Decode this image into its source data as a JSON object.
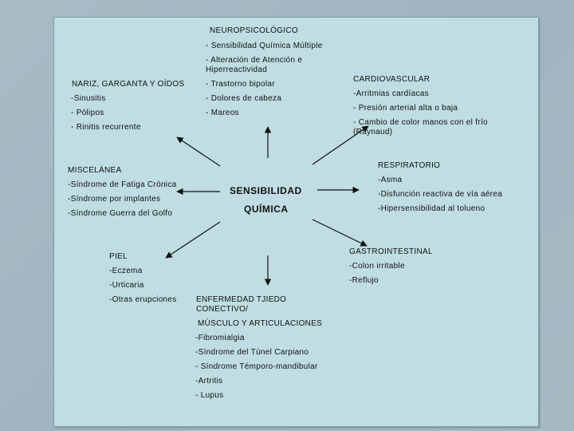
{
  "center": {
    "line1": "SENSIBILIDAD",
    "line2": "QUÍMICA"
  },
  "neuro": {
    "title": "NEUROPSICOLÓGICO",
    "items": [
      "- Sensibilidad Química Múltiple",
      "- Alteración de Atención e Hiperreactividad",
      "- Trastorno bipolar",
      "- Dolores de cabeza",
      "- Mareos"
    ]
  },
  "nariz": {
    "title": "NARIZ, GARGANTA Y OÍDOS",
    "items": [
      "-Sinusitis",
      "- Pólipos",
      "- Rinitis recurrente"
    ]
  },
  "cardio": {
    "title": "CARDIOVASCULAR",
    "items": [
      "-Arritmias cardíacas",
      "- Presión arterial alta o baja",
      "- Cambio de color manos con el frío (Raynaud)"
    ]
  },
  "miscelanea": {
    "title": "MISCELÁNEA",
    "items": [
      "-Síndrome de Fatiga Crónica",
      "-Síndrome por implantes",
      "-Síndrome Guerra del Golfo"
    ]
  },
  "respiratorio": {
    "title": "RESPIRATORIO",
    "items": [
      "-Asma",
      "-Disfunción reactiva de vía aérea",
      "-Hipersensibilidad al tolueno"
    ]
  },
  "piel": {
    "title": "PIEL",
    "items": [
      "-Eczema",
      "-Urticaria",
      "-Otras erupciones"
    ]
  },
  "gastro": {
    "title": "GASTROINTESTINAL",
    "items": [
      "-Colon irritable",
      "-Reflujo"
    ]
  },
  "tejido": {
    "title1": "ENFERMEDAD TJIEDO CONECTIVO/",
    "title2": "MÚSCULO Y ARTICULACIONES",
    "items": [
      "-Fibromialgia",
      "-Síndrome del Túnel Carpiano",
      "- Síndrome Témporo-mandibular",
      "-Artritis",
      "- Lupus"
    ]
  }
}
